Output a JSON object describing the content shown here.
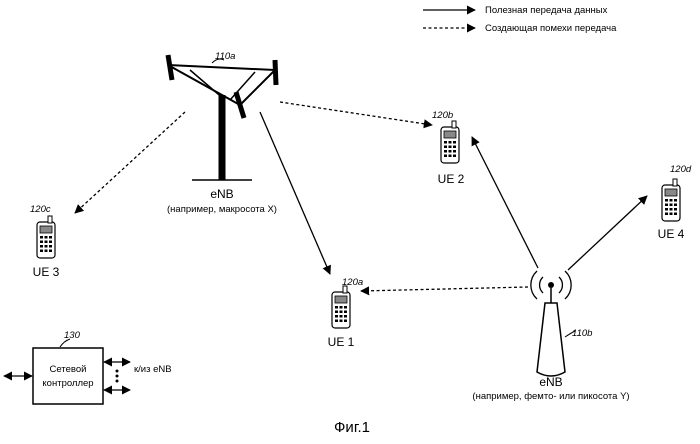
{
  "legend": {
    "useful": "Полезная передача данных",
    "interfering": "Создающая помехи передача"
  },
  "macro_enb": {
    "ref": "110a",
    "name": "eNB",
    "subtitle": "(например, макросота X)"
  },
  "small_enb": {
    "ref": "110b",
    "name": "eNB",
    "subtitle": "(например, фемто- или пикосота Y)"
  },
  "ues": [
    {
      "ref": "120a",
      "label": "UE 1"
    },
    {
      "ref": "120b",
      "label": "UE 2"
    },
    {
      "ref": "120c",
      "label": "UE 3"
    },
    {
      "ref": "120d",
      "label": "UE 4"
    }
  ],
  "controller": {
    "ref": "130",
    "line1": "Сетевой",
    "line2": "контроллер",
    "link": "к/из eNB"
  },
  "figure_label": "Фиг.1"
}
